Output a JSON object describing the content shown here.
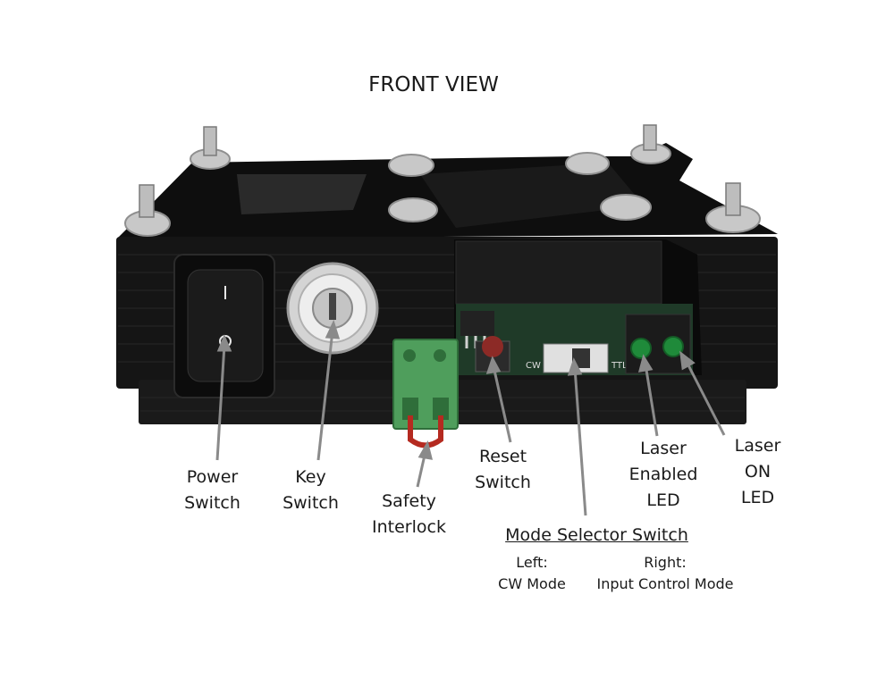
{
  "title": "FRONT VIEW",
  "callouts": {
    "power_switch": [
      "Power",
      "Switch"
    ],
    "key_switch": [
      "Key",
      "Switch"
    ],
    "safety_interlock": [
      "Safety",
      "Interlock"
    ],
    "reset_switch": [
      "Reset",
      "Switch"
    ],
    "mode_selector": {
      "heading": "Mode Selector Switch",
      "left": [
        "Left:",
        "CW Mode"
      ],
      "right": [
        "Right:",
        "Input Control Mode"
      ]
    },
    "laser_enabled_led": [
      "Laser",
      "Enabled",
      "LED"
    ],
    "laser_on_led": [
      "Laser",
      "ON",
      "LED"
    ]
  },
  "switch_marks": {
    "on": "I",
    "off": "O"
  },
  "board_text": {
    "cw": "CW",
    "ttl": "TTL"
  },
  "colors": {
    "enclosure": "#141414",
    "terminal_block": "#4f9e5c",
    "led": "#1f8a3a",
    "reset_button": "#8c2a26",
    "wire": "#b52a20",
    "leader_line": "#8a8a8a",
    "nut": "#c8c8c8"
  }
}
